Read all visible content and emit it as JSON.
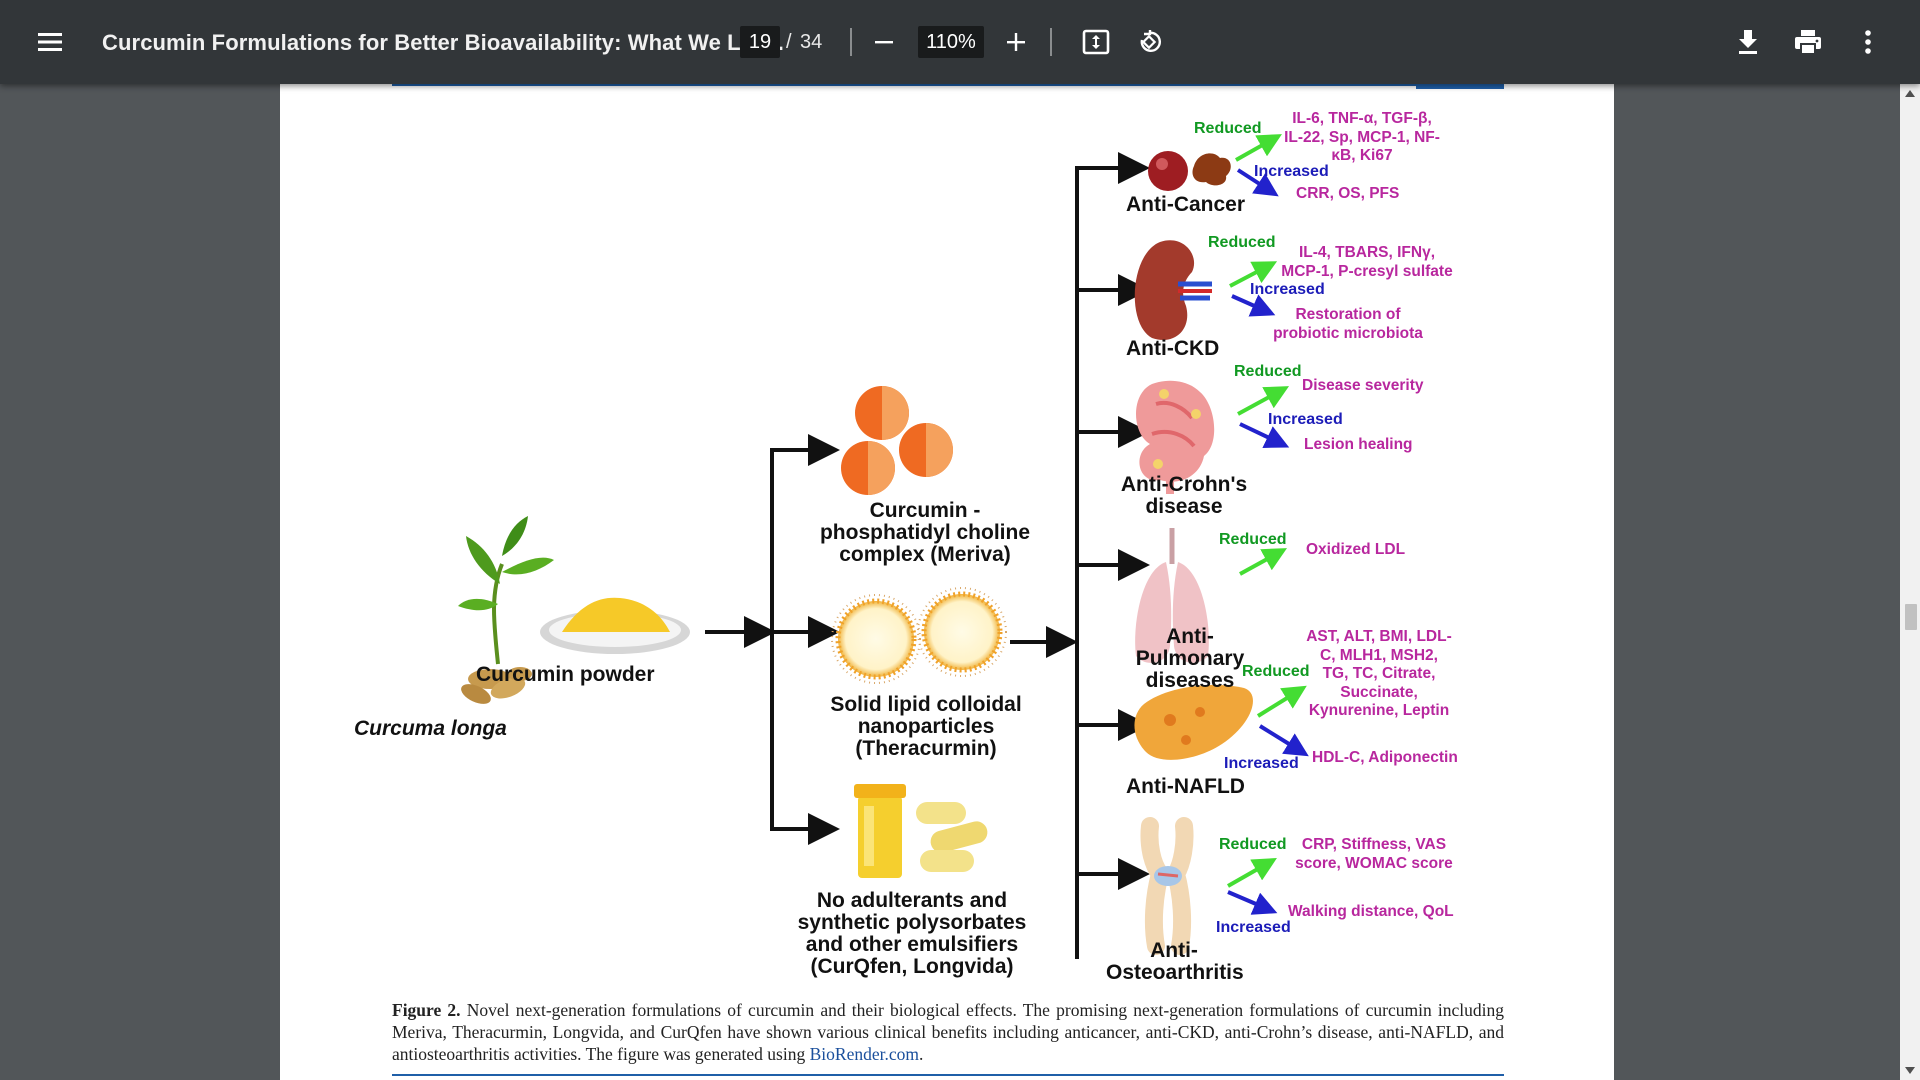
{
  "toolbar": {
    "title": "Curcumin Formulations for Better Bioavailability: What We Lea...",
    "page_current": "19",
    "page_separator": "/",
    "page_total": "34",
    "zoom": "110%",
    "icons": [
      "menu-icon",
      "zoom-out-icon",
      "zoom-in-icon",
      "fit-page-icon",
      "rotate-icon",
      "download-icon",
      "print-icon",
      "more-vert-icon"
    ]
  },
  "figure": {
    "source": {
      "plant": "Curcuma longa",
      "powder": "Curcumin powder"
    },
    "formulations": [
      {
        "label": "Curcumin - phosphatidyl choline complex (Meriva)"
      },
      {
        "label": "Solid lipid colloidal nanoparticles (Theracurmin)"
      },
      {
        "label": "No adulterants and synthetic polysorbates and other emulsifiers (CurQfen, Longvida)"
      }
    ],
    "effects": [
      {
        "name": "Anti-Cancer",
        "reduced_label": "Reduced",
        "reduced": "IL-6, TNF-α, TGF-β, IL-22, Sp, MCP-1, NF-κB, Ki67",
        "increased_label": "Increased",
        "increased": "CRR, OS, PFS"
      },
      {
        "name": "Anti-CKD",
        "reduced_label": "Reduced",
        "reduced": "IL-4, TBARS, IFNγ, MCP-1, P-cresyl sulfate",
        "increased_label": "Increased",
        "increased": "Restoration of probiotic microbiota"
      },
      {
        "name": "Anti-Crohn's disease",
        "reduced_label": "Reduced",
        "reduced": "Disease severity",
        "increased_label": "Increased",
        "increased": "Lesion healing"
      },
      {
        "name": "Anti-Pulmonary diseases",
        "reduced_label": "Reduced",
        "reduced": "Oxidized LDL"
      },
      {
        "name": "Anti-NAFLD",
        "reduced_label": "Reduced",
        "reduced": "AST, ALT, BMI, LDL-C, MLH1, MSH2, TG, TC, Citrate, Succinate, Kynurenine, Leptin",
        "increased_label": "Increased",
        "increased": "HDL-C, Adiponectin"
      },
      {
        "name": "Anti-Osteoarthritis",
        "reduced_label": "Reduced",
        "reduced": "CRP, Stiffness, VAS score, WOMAC score",
        "increased_label": "Increased",
        "increased": "Walking distance, QoL"
      }
    ],
    "caption_title": "Figure 2.",
    "caption_text": "Novel next-generation formulations of curcumin and their biological effects. The promising next-generation formulations of curcumin including Meriva, Theracurmin, Longvida, and CurQfen have shown various clinical benefits including anticancer, anti-CKD, anti-Crohn’s disease, anti-NAFLD, and antiosteoarthritis activities. The figure was generated using",
    "caption_link": "BioRender.com",
    "caption_end": "."
  },
  "colors": {
    "toolbar": "#323639",
    "viewer_bg": "#525659",
    "reduced": "#119922",
    "increased": "#1c1cb8",
    "marker": "#b8279e",
    "arrow_green": "#44dd33",
    "arrow_blue": "#2222cc"
  }
}
